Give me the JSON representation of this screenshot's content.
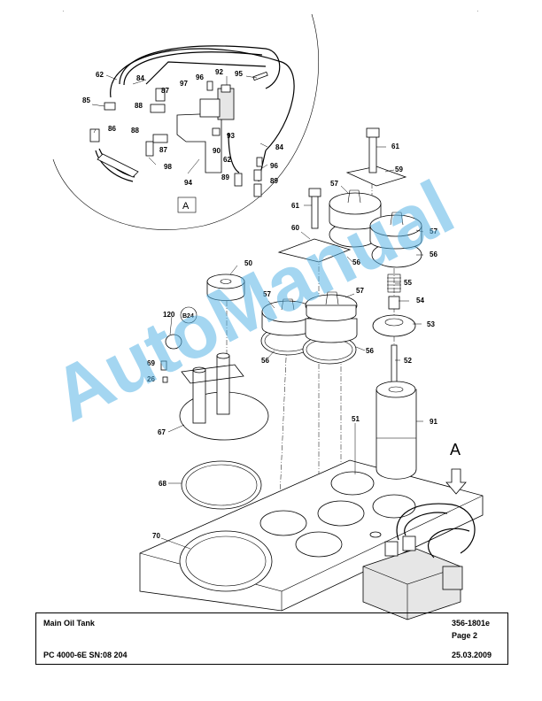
{
  "title_block": {
    "title": "Main Oil Tank",
    "doc_number": "356-1801e",
    "page": "Page 2",
    "model": "PC 4000-6E SN:08 204",
    "date": "25.03.2009"
  },
  "watermark": "AutoManual",
  "detail_label": "A",
  "view_arrow_label": "A",
  "callouts": {
    "c62a": "62",
    "c84a": "84",
    "c92": "92",
    "c95": "95",
    "c96a": "96",
    "c97": "97",
    "c87a": "87",
    "c88a": "88",
    "c85": "85",
    "c86": "86",
    "c88b": "88",
    "c87b": "87",
    "c90": "90",
    "c93": "93",
    "c98": "98",
    "c94": "94",
    "c62b": "62",
    "c84b": "84",
    "c96b": "96",
    "c89a": "89",
    "c89b": "89",
    "c61a": "61",
    "c59": "59",
    "c57a": "57",
    "c61b": "61",
    "c57b": "57",
    "c60": "60",
    "c56a": "56",
    "c56b": "56",
    "c50": "50",
    "c55": "55",
    "c120": "120",
    "cB24": "B24",
    "c57c": "57",
    "c57d": "57",
    "c54": "54",
    "c53": "53",
    "c56c": "56",
    "c56d": "56",
    "c69": "69",
    "c26": "26",
    "c52": "52",
    "c51": "51",
    "c91": "91",
    "c67": "67",
    "c68": "68",
    "c70": "70"
  }
}
